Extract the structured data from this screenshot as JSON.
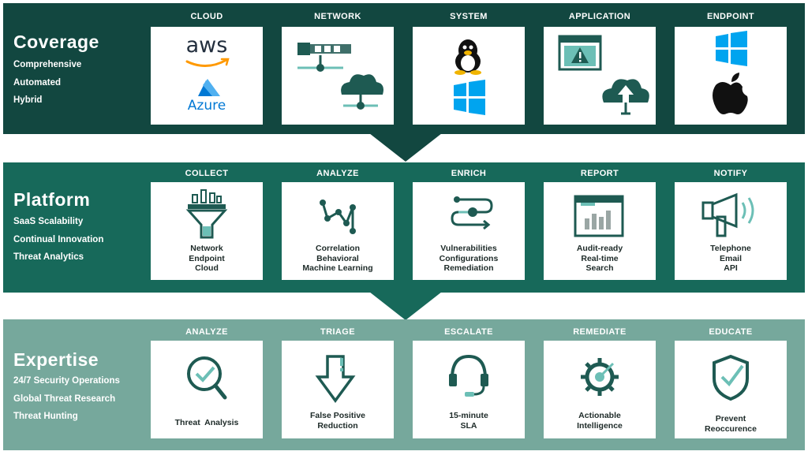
{
  "coverage": {
    "title": "Coverage",
    "items": [
      "Comprehensive",
      "Automated",
      "Hybrid"
    ],
    "columns": [
      {
        "heading": "CLOUD",
        "icons": [
          "aws-logo",
          "azure-logo"
        ],
        "logo_text": [
          "aws",
          "Azure"
        ]
      },
      {
        "heading": "NETWORK",
        "icons": [
          "network-switch-icon",
          "cloud-network-icon"
        ]
      },
      {
        "heading": "SYSTEM",
        "icons": [
          "linux-tux-icon",
          "windows-logo-icon"
        ]
      },
      {
        "heading": "APPLICATION",
        "icons": [
          "app-warning-window-icon",
          "cloud-upload-icon"
        ]
      },
      {
        "heading": "ENDPOINT",
        "icons": [
          "windows-logo-icon",
          "apple-logo-icon"
        ]
      }
    ]
  },
  "platform": {
    "title": "Platform",
    "items": [
      "SaaS Scalability",
      "Continual Innovation",
      "Threat Analytics"
    ],
    "columns": [
      {
        "heading": "COLLECT",
        "icon": "funnel-icon",
        "lines": [
          "Network",
          "Endpoint",
          "Cloud"
        ]
      },
      {
        "heading": "ANALYZE",
        "icon": "dot-graph-icon",
        "lines": [
          "Correlation",
          "Behavioral",
          "Machine Learning"
        ]
      },
      {
        "heading": "ENRICH",
        "icon": "flow-path-icon",
        "lines": [
          "Vulnerabilities",
          "Configurations",
          "Remediation"
        ]
      },
      {
        "heading": "REPORT",
        "icon": "report-chart-icon",
        "lines": [
          "Audit-ready",
          "Real-time",
          "Search"
        ]
      },
      {
        "heading": "NOTIFY",
        "icon": "megaphone-icon",
        "lines": [
          "Telephone",
          "Email",
          "API"
        ]
      }
    ]
  },
  "expertise": {
    "title": "Expertise",
    "items": [
      "24/7 Security Operations",
      "Global Threat Research",
      "Threat Hunting"
    ],
    "columns": [
      {
        "heading": "ANALYZE",
        "icon": "magnifier-check-icon",
        "lines": [
          "Threat  Analysis"
        ]
      },
      {
        "heading": "TRIAGE",
        "icon": "down-arrow-alert-icon",
        "lines": [
          "False Positive",
          "Reduction"
        ]
      },
      {
        "heading": "ESCALATE",
        "icon": "headset-icon",
        "lines": [
          "15-minute",
          "SLA"
        ]
      },
      {
        "heading": "REMEDIATE",
        "icon": "gear-target-icon",
        "lines": [
          "Actionable",
          "Intelligence"
        ]
      },
      {
        "heading": "EDUCATE",
        "icon": "shield-check-icon",
        "lines": [
          "Prevent",
          "Reoccurence"
        ]
      }
    ]
  },
  "colors": {
    "coverage_band": "#124740",
    "platform_band": "#17695a",
    "expertise_band": "#76a89c",
    "icon_dark": "#1e5a52",
    "icon_accent": "#6cbfb6",
    "aws_orange": "#ff9900",
    "azure_blue": "#0078d4",
    "windows_blue": "#00a4ef"
  }
}
